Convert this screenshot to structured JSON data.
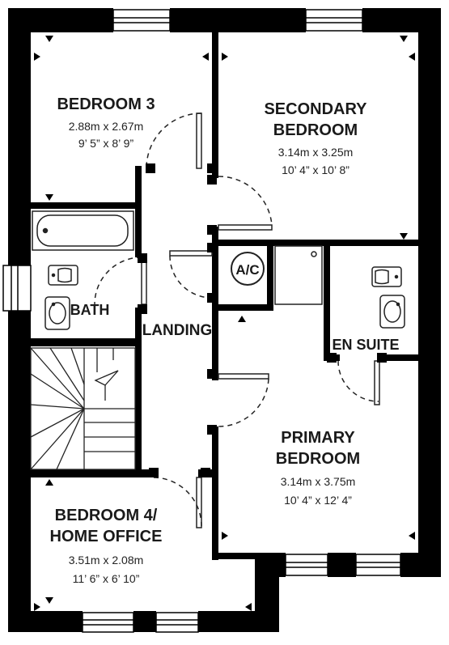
{
  "rooms": {
    "bedroom3": {
      "name": "BEDROOM 3",
      "metric": "2.88m x 2.67m",
      "imperial": "9’ 5” x 8’ 9”"
    },
    "secondary": {
      "name_line1": "SECONDARY",
      "name_line2": "BEDROOM",
      "metric": "3.14m x 3.25m",
      "imperial": "10’ 4” x 10’ 8”"
    },
    "primary": {
      "name_line1": "PRIMARY",
      "name_line2": "BEDROOM",
      "metric": "3.14m x 3.75m",
      "imperial": "10’ 4” x 12’ 4”"
    },
    "bedroom4": {
      "name_line1": "BEDROOM 4/",
      "name_line2": "HOME OFFICE",
      "metric": "3.51m x 2.08m",
      "imperial": "11’ 6” x 6’ 10”"
    },
    "bath": {
      "name": "BATH"
    },
    "landing": {
      "name": "LANDING"
    },
    "ensuite": {
      "name": "EN SUITE"
    },
    "ac": {
      "name": "A/C"
    }
  },
  "colors": {
    "wall": "#000000",
    "background": "#ffffff",
    "fixture_stroke": "#222222"
  }
}
